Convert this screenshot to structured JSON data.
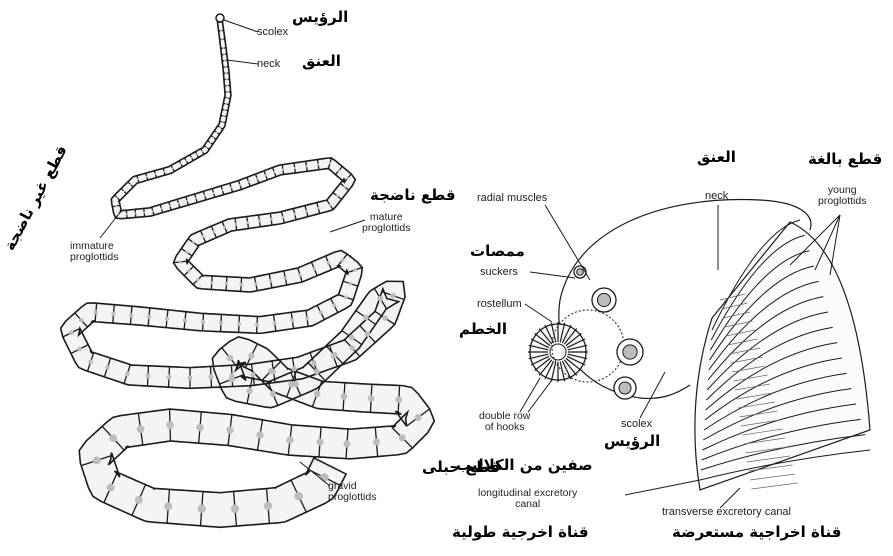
{
  "left_figure": {
    "labels_en": {
      "scolex": "scolex",
      "neck": "neck",
      "immature": "immature\nproglottids",
      "mature": "mature\nproglottids",
      "gravid": "gravid\nproglottids"
    },
    "labels_ar": {
      "scolex": "الرؤيس",
      "neck": "العنق",
      "immature": "قطع غير ناضجة",
      "mature": "قطع ناضجة",
      "gravid": "قطع حبلى"
    }
  },
  "right_figure": {
    "labels_en": {
      "radial_muscles": "radial muscles",
      "neck": "neck",
      "young": "young\nproglottids",
      "suckers": "suckers",
      "rostellum": "rostellum",
      "hooks": "double row\nof hooks",
      "scolex": "scolex",
      "longitudinal": "longitudinal excretory\ncanal",
      "transverse": "transverse excretory canal"
    },
    "labels_ar": {
      "neck": "العنق",
      "young": "قطع بالغة",
      "suckers": "ممصات",
      "rostellum": "الخطم",
      "hooks": "صفين من الكلاليب",
      "scolex": "الرؤيس",
      "longitudinal": "قناة اخرجية طولية",
      "transverse": "قناة اخراجية مستعرضة"
    }
  },
  "colors": {
    "ink": "#1a1a1a",
    "segment_fill": "#f4f4f4",
    "shade": "#bdbdbd"
  }
}
